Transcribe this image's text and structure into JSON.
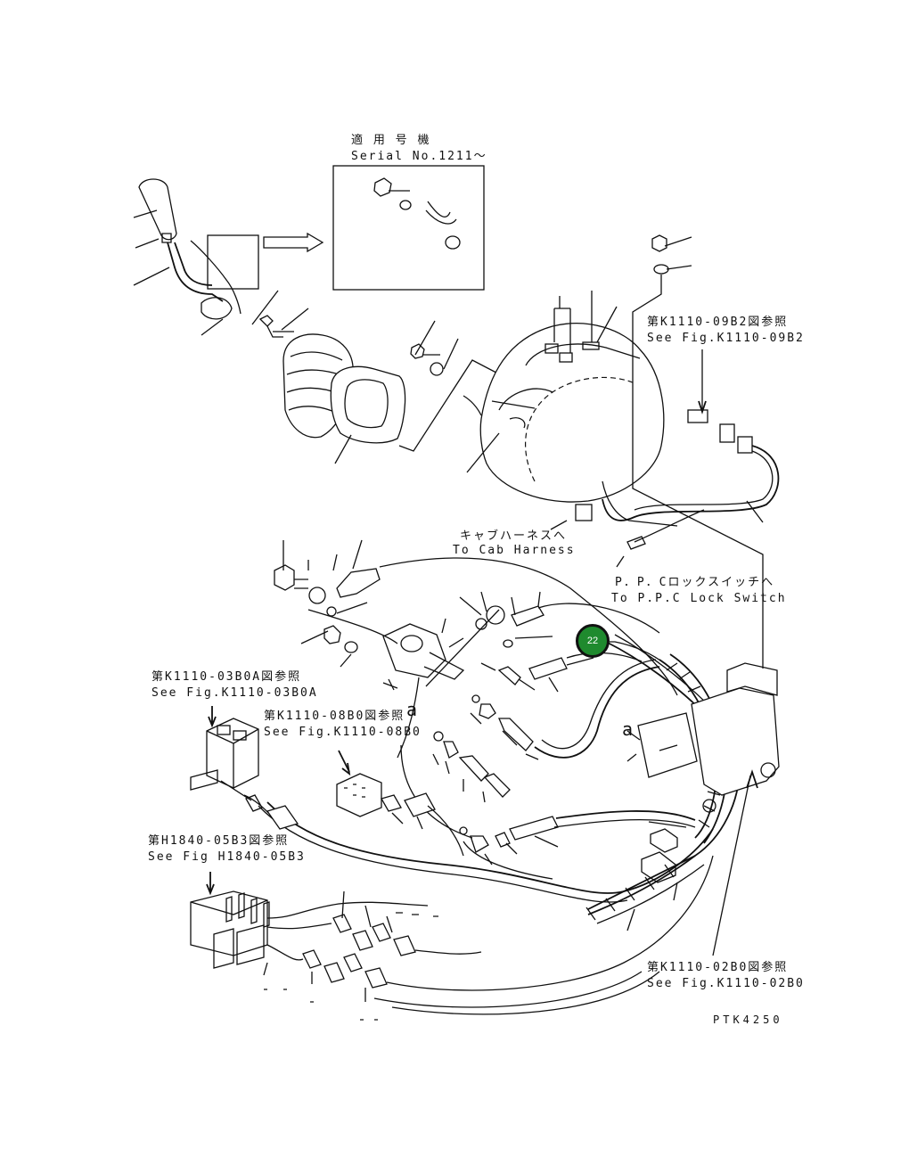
{
  "labels": {
    "serial_jp": "適 用 号 機",
    "serial_en": "Serial No.1211～",
    "ref1_jp": "第K1110-09B2図参照",
    "ref1_en": "See Fig.K1110-09B2",
    "cab_jp": "キャブハーネスへ",
    "cab_en": "To Cab Harness",
    "ppc_jp": "P．P．Cロックスイッチへ",
    "ppc_en": "To P.P.C Lock Switch",
    "ref2_jp": "第K1110-03B0A図参照",
    "ref2_en": "See Fig.K1110-03B0A",
    "ref3_jp": "第K1110-08B0図参照",
    "ref3_en": "See Fig.K1110-08B0",
    "ref4_jp": "第H1840-05B3図参照",
    "ref4_en": "See Fig H1840-05B3",
    "ref5_jp": "第K1110-02B0図参照",
    "ref5_en": "See Fig.K1110-02B0",
    "mark_a1": "a",
    "mark_a2": "a",
    "drawing_no": "PTK4250"
  },
  "callouts": [
    {
      "number": "22",
      "color": "#1f8a2e"
    }
  ]
}
